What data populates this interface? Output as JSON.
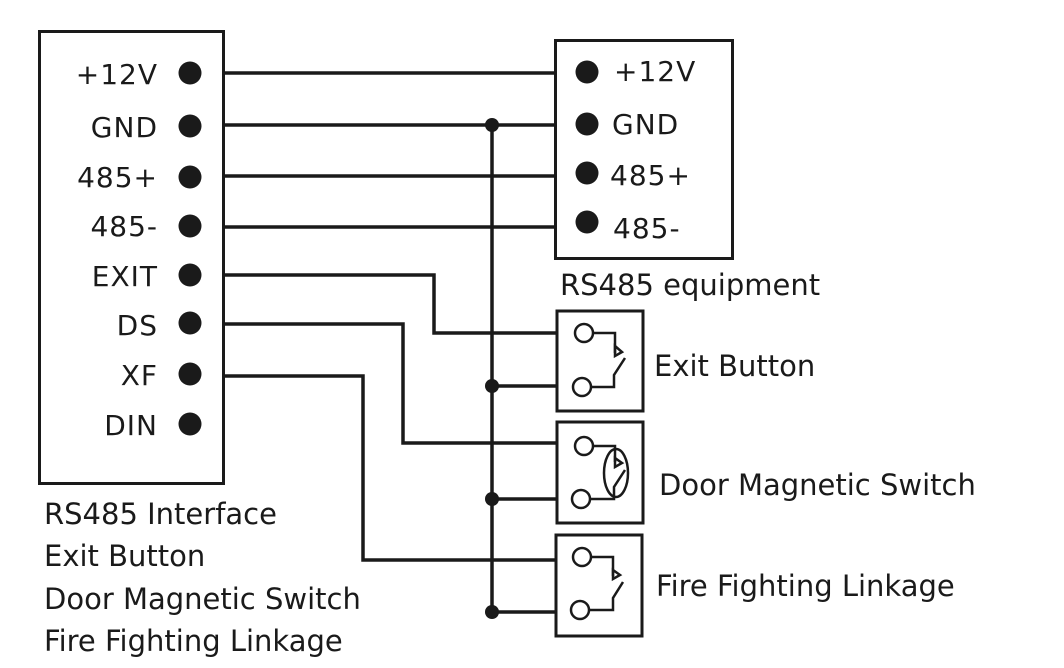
{
  "diagram": {
    "controller": {
      "terminals": [
        "+12V",
        "GND",
        "485+",
        "485-",
        "EXIT",
        "DS",
        "XF",
        "DIN"
      ],
      "caption_lines": [
        "RS485 Interface",
        "Exit Button",
        "Door Magnetic Switch",
        "Fire Fighting Linkage"
      ]
    },
    "rs485_device": {
      "terminals": [
        "+12V",
        "GND",
        "485+",
        "485-"
      ],
      "caption": "RS485 equipment"
    },
    "devices": [
      {
        "label": "Exit Button",
        "symbol": "normally-open-switch",
        "connects_to": "EXIT"
      },
      {
        "label": "Door Magnetic Switch",
        "symbol": "magnetic-reed-switch",
        "connects_to": "DS"
      },
      {
        "label": "Fire Fighting Linkage",
        "symbol": "normally-open-switch",
        "connects_to": "XF"
      }
    ],
    "common_bus": "GND",
    "colors": {
      "ink": "#1a1a1a",
      "background": "#ffffff"
    }
  }
}
